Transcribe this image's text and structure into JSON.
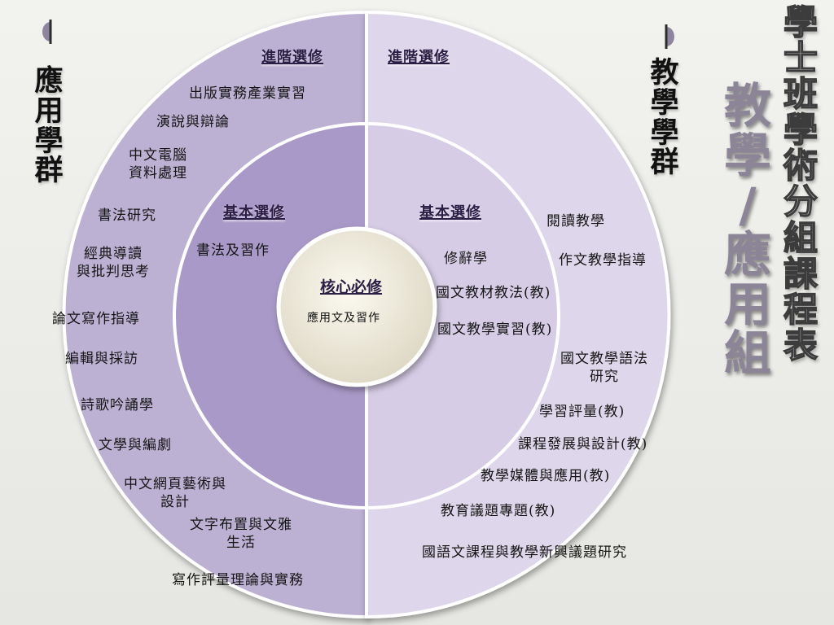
{
  "title_main": "教\n學\n/\n應\n用\n組",
  "title_sub": "學\n士\n班\n學\n術\n分\n組\n課\n程\n表",
  "group_left": "應\n用\n學\n群",
  "group_right": "教\n學\n學\n群",
  "core": {
    "header": "核心必修",
    "course": "應用文及習作"
  },
  "left": {
    "basic_header": "基本選修",
    "advanced_header": "進階選修",
    "basic_courses": [
      "書法及習作"
    ],
    "advanced_courses": [
      "出版實務產業實習",
      "演說與辯論",
      "中文電腦\n資料處理",
      "書法研究",
      "經典導讀\n與批判思考",
      "論文寫作指導",
      "編輯與採訪",
      "詩歌吟誦學",
      "文學與編劇",
      "中文網頁藝術與\n設計",
      "文字布置與文雅\n生活",
      "寫作評量理論與實務"
    ]
  },
  "right": {
    "basic_header": "基本選修",
    "advanced_header": "進階選修",
    "basic_courses": [
      "修辭學",
      "國文教材教法(教)",
      "國文教學實習(教)"
    ],
    "advanced_courses": [
      "閱讀教學",
      "作文教學指導",
      "國文教學語法\n研究",
      "學習評量(教)",
      "課程發展與設計(教)",
      "教學媒體與應用(教)",
      "教育議題專題(教)",
      "國語文課程與教學新興議題研究"
    ]
  },
  "colors": {
    "left_outer": "#bcb0d3",
    "left_inner": "#a999c8",
    "right_outer": "#ded6ea",
    "right_inner": "#d6cce6",
    "core": "#eeeadb",
    "ring_border": "#ffffff"
  }
}
